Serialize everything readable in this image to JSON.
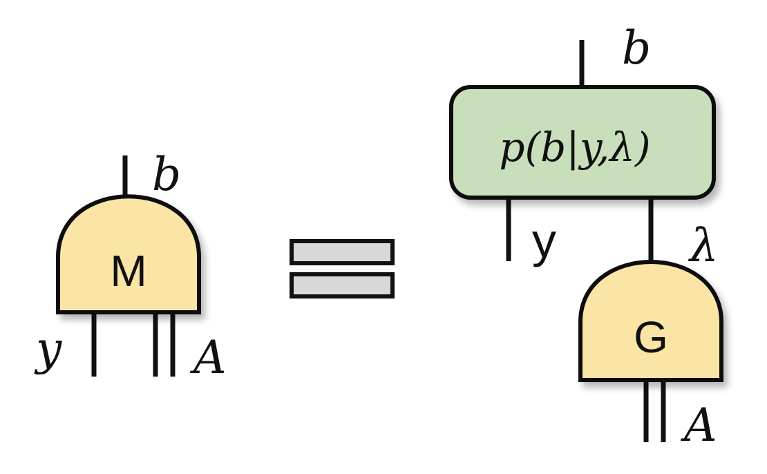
{
  "diagram": {
    "colors": {
      "gate_fill": "#fbe5a6",
      "process_fill": "#c9deba",
      "equals_fill": "#d8d8d8",
      "stroke": "#111111"
    },
    "left": {
      "gate_label": "M",
      "output_label": "b",
      "input_label_y": "y",
      "input_label_A": "A"
    },
    "equals": {
      "symbol": "equals-bars"
    },
    "right": {
      "output_label": "b",
      "process_expression": "p(b|y,λ)",
      "input_label_y": "y",
      "hidden_label": "λ",
      "gate_label": "G",
      "input_label_A": "A"
    }
  }
}
